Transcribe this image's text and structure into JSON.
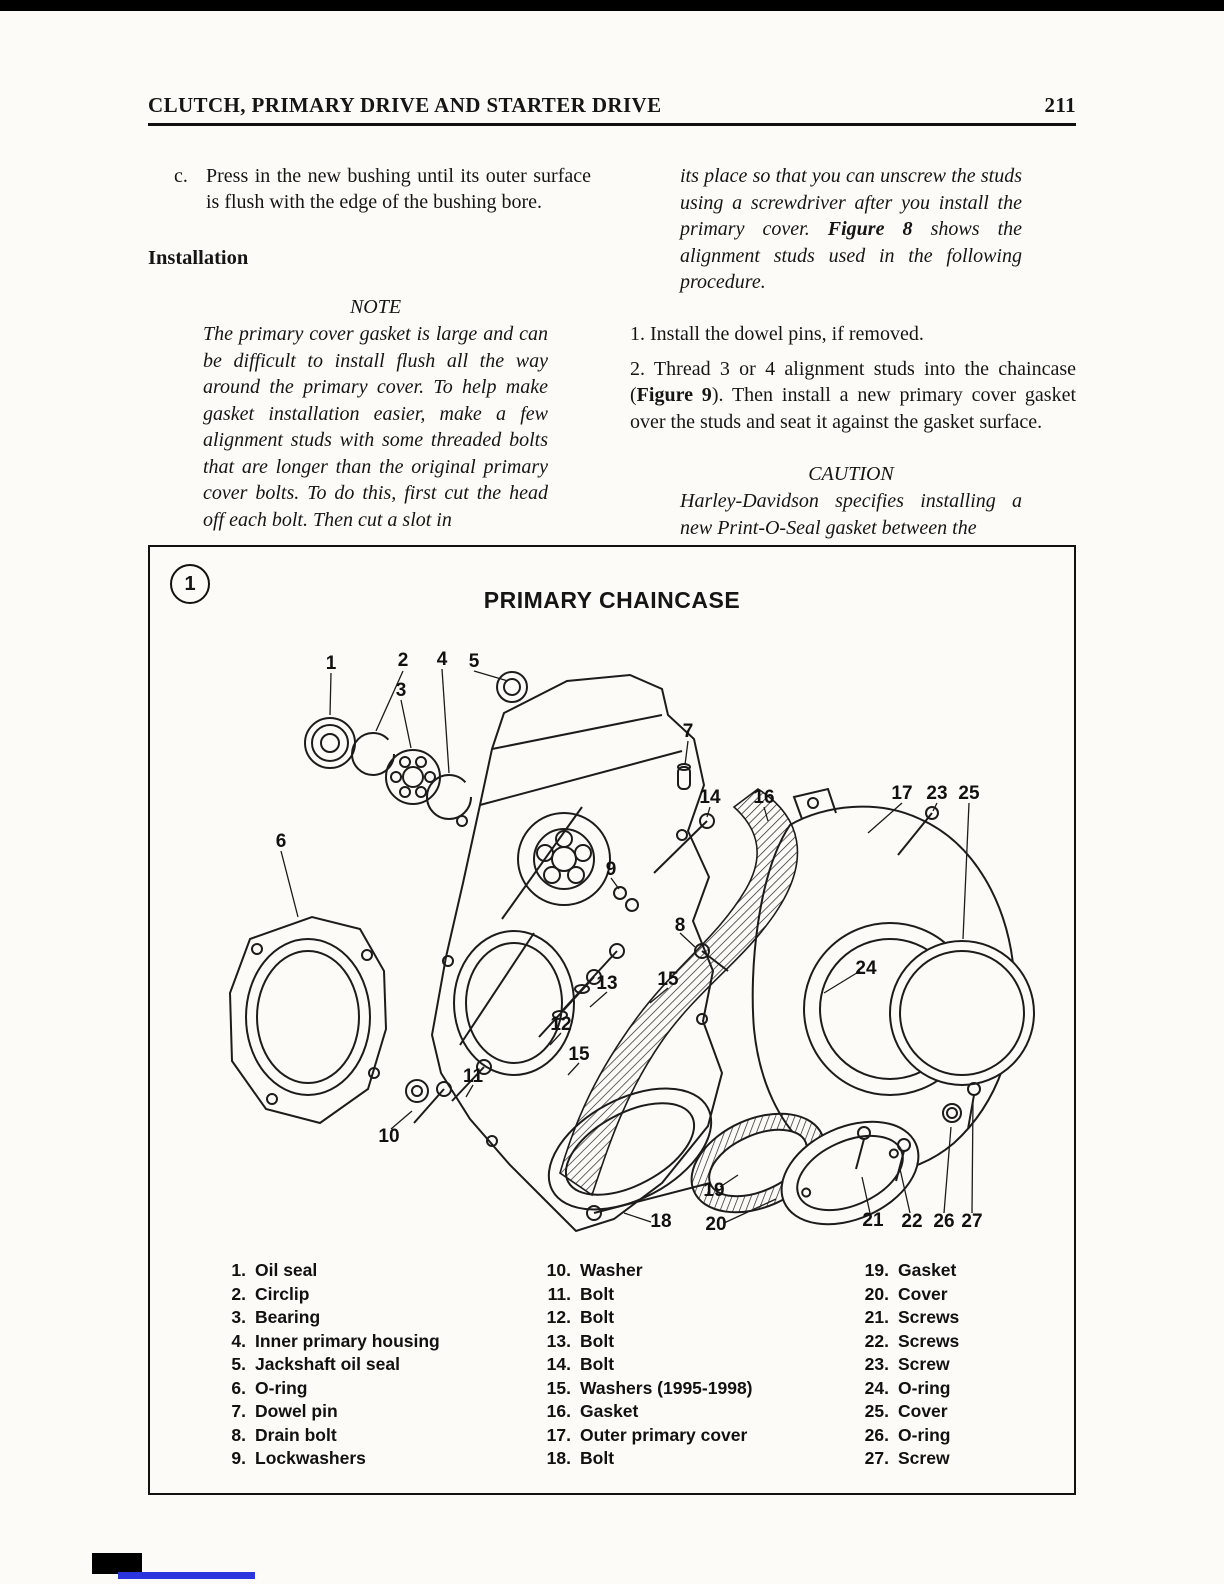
{
  "header": {
    "title": "CLUTCH, PRIMARY DRIVE AND STARTER DRIVE",
    "page_number": "211"
  },
  "left_column": {
    "step_c_label": "c.",
    "step_c_text": "Press in the new bushing until its outer surface is flush with the edge of the bushing bore.",
    "installation_heading": "Installation",
    "note_heading": "NOTE",
    "note_body": "The primary cover gasket is large and can be difficult to install flush all the way around the primary cover. To help make gasket installation easier, make a few alignment studs with some threaded bolts that are longer than the original primary cover bolts. To do this, first cut the head off each bolt. Then cut a slot in"
  },
  "right_column": {
    "note_continuation_pre": "its place so that you can unscrew the studs using a screwdriver after you install the primary cover. ",
    "note_continuation_bold": "Figure 8",
    "note_continuation_post": " shows the alignment studs used in the following procedure.",
    "step_1": "1.  Install the dowel pins, if removed.",
    "step_2_pre": "2.  Thread 3 or 4 alignment studs into the chaincase (",
    "step_2_bold": "Figure 9",
    "step_2_post": "). Then install a new primary cover gasket over the studs and seat it against the gasket surface.",
    "caution_heading": "CAUTION",
    "caution_body": "Harley-Davidson specifies installing a new Print-O-Seal gasket between the"
  },
  "figure": {
    "number": "1",
    "title": "PRIMARY CHAINCASE",
    "callouts": [
      {
        "n": "1"
      },
      {
        "n": "2"
      },
      {
        "n": "4"
      },
      {
        "n": "5"
      },
      {
        "n": "3"
      },
      {
        "n": "7"
      },
      {
        "n": "14"
      },
      {
        "n": "16"
      },
      {
        "n": "17"
      },
      {
        "n": "23"
      },
      {
        "n": "25"
      },
      {
        "n": "6"
      },
      {
        "n": "9"
      },
      {
        "n": "8"
      },
      {
        "n": "24"
      },
      {
        "n": "13"
      },
      {
        "n": "15"
      },
      {
        "n": "12"
      },
      {
        "n": "15"
      },
      {
        "n": "11"
      },
      {
        "n": "10"
      },
      {
        "n": "19"
      },
      {
        "n": "18"
      },
      {
        "n": "20"
      },
      {
        "n": "21"
      },
      {
        "n": "22"
      },
      {
        "n": "26"
      },
      {
        "n": "27"
      }
    ],
    "legend": [
      {
        "num": "1.",
        "label": "Oil seal"
      },
      {
        "num": "2.",
        "label": "Circlip"
      },
      {
        "num": "3.",
        "label": "Bearing"
      },
      {
        "num": "4.",
        "label": "Inner primary housing"
      },
      {
        "num": "5.",
        "label": "Jackshaft oil seal"
      },
      {
        "num": "6.",
        "label": "O-ring"
      },
      {
        "num": "7.",
        "label": "Dowel pin"
      },
      {
        "num": "8.",
        "label": "Drain bolt"
      },
      {
        "num": "9.",
        "label": "Lockwashers"
      },
      {
        "num": "10.",
        "label": "Washer"
      },
      {
        "num": "11.",
        "label": "Bolt"
      },
      {
        "num": "12.",
        "label": "Bolt"
      },
      {
        "num": "13.",
        "label": "Bolt"
      },
      {
        "num": "14.",
        "label": "Bolt"
      },
      {
        "num": "15.",
        "label": "Washers (1995-1998)"
      },
      {
        "num": "16.",
        "label": "Gasket"
      },
      {
        "num": "17.",
        "label": "Outer primary cover"
      },
      {
        "num": "18.",
        "label": "Bolt"
      },
      {
        "num": "19.",
        "label": "Gasket"
      },
      {
        "num": "20.",
        "label": "Cover"
      },
      {
        "num": "21.",
        "label": "Screws"
      },
      {
        "num": "22.",
        "label": "Screws"
      },
      {
        "num": "23.",
        "label": "Screw"
      },
      {
        "num": "24.",
        "label": "O-ring"
      },
      {
        "num": "25.",
        "label": "Cover"
      },
      {
        "num": "26.",
        "label": "O-ring"
      },
      {
        "num": "27.",
        "label": "Screw"
      }
    ]
  }
}
